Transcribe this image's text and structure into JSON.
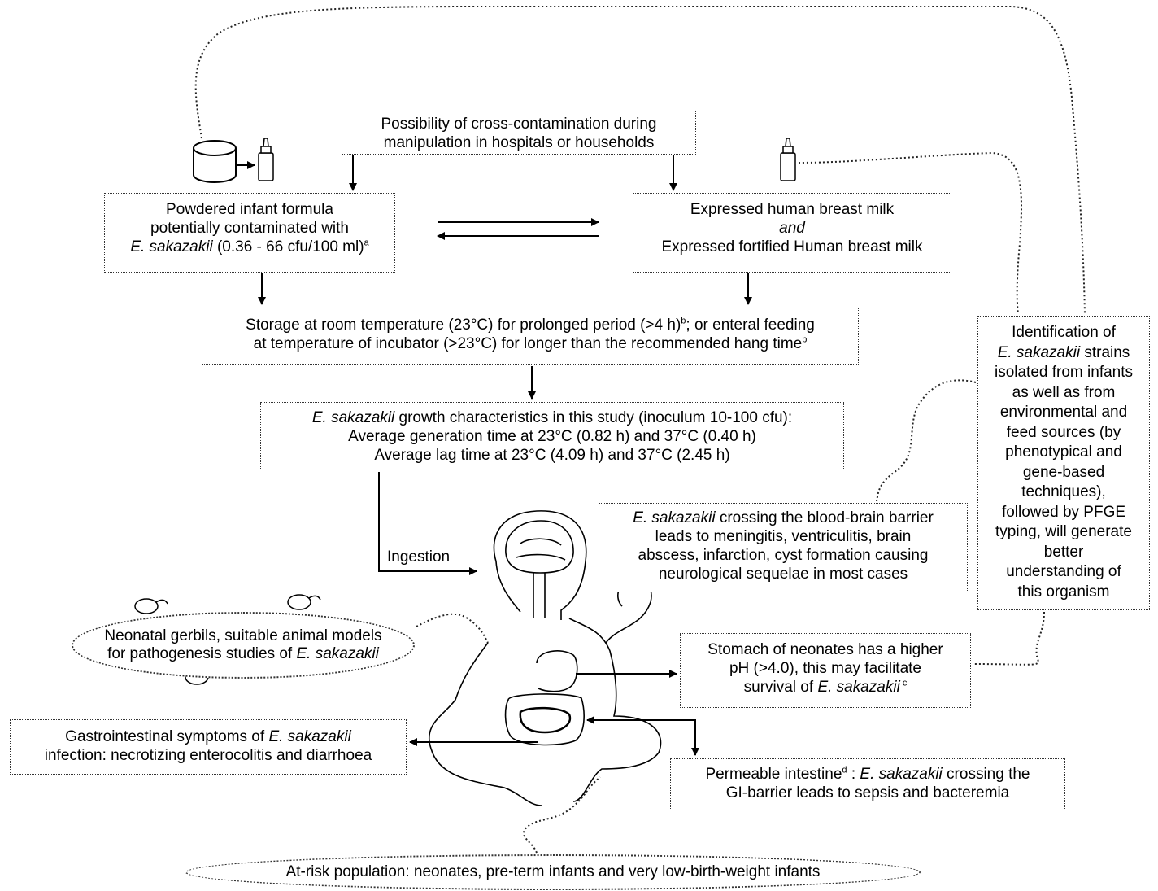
{
  "cross_contamination": {
    "line1": "Possibility of cross-contamination during",
    "line2": "manipulation in hospitals or households"
  },
  "formula_box": {
    "line1": "Powdered infant formula",
    "line2": "potentially contaminated with",
    "line3_italic": "E. sakazakii",
    "line3_rest": " (0.36 - 66 cfu/100 ml)",
    "line3_sup": "a"
  },
  "breast_milk_box": {
    "line1": "Expressed human breast milk",
    "line2": "and",
    "line3": "Expressed fortified Human breast milk"
  },
  "storage_box": {
    "line1_a": "Storage at room temperature (23°C) for prolonged period (>4 h)",
    "line1_sup": "b",
    "line1_b": "; or enteral feeding",
    "line2": "at temperature of incubator (>23°C) for longer than the recommended hang time",
    "line2_sup": "b"
  },
  "growth_box": {
    "line1_italic": "E. sakazakii",
    "line1_rest": " growth characteristics in this study (inoculum 10-100 cfu):",
    "line2": "Average generation time at 23°C (0.82 h) and 37°C (0.40 h)",
    "line3": "Average lag time at 23°C (4.09 h) and 37°C (2.45 h)"
  },
  "ingestion_label": "Ingestion",
  "brain_box": {
    "line1_italic": "E. sakazakii",
    "line1_rest": " crossing the blood-brain barrier",
    "line2": "leads to meningitis, ventriculitis, brain",
    "line3": "abscess, infarction, cyst formation causing",
    "line4": "neurological sequelae in most cases"
  },
  "identification_box": {
    "line1": "Identification of",
    "line2_italic": "E. sakazakii",
    "line2_rest": " strains",
    "line3": "isolated from infants",
    "line4": "as well as from",
    "line5": "environmental and",
    "line6": "feed sources (by",
    "line7": "phenotypical and",
    "line8": "gene-based",
    "line9": "techniques),",
    "line10": "followed by PFGE",
    "line11": "typing, will generate",
    "line12": "better",
    "line13": "understanding of",
    "line14": "this organism"
  },
  "gerbil_oval": {
    "line1": "Neonatal gerbils, suitable animal models",
    "line2_rest": "for pathogenesis studies of ",
    "line2_italic": "E. sakazakii"
  },
  "stomach_box": {
    "line1": "Stomach of neonates has a higher",
    "line2": "pH (>4.0), this may facilitate",
    "line3_a": "survival of ",
    "line3_italic": "E. sakazakii",
    "line3_sup": " c"
  },
  "gi_box": {
    "line1_a": "Gastrointestinal symptoms of ",
    "line1_italic": "E. sakazakii",
    "line2": "infection: necrotizing enterocolitis and diarrhoea"
  },
  "permeable_box": {
    "line1_a": "Permeable intestine",
    "line1_sup": "d",
    "line1_b": " : ",
    "line1_italic": "E. sakazakii",
    "line1_c": " crossing the",
    "line2": "GI-barrier leads to sepsis and bacteremia"
  },
  "at_risk_oval": "At-risk population: neonates, pre-term infants and very low-birth-weight infants"
}
